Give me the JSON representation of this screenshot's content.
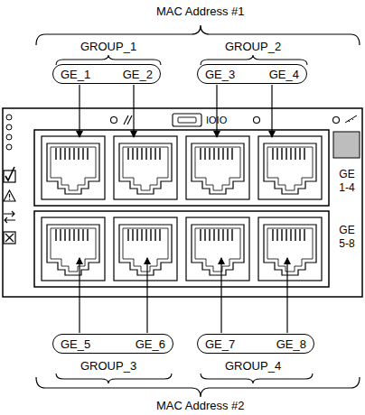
{
  "diagram": {
    "nodes": [
      {
        "text": [
          "GE_1",
          "GE_2"
        ]
      },
      {
        "text": [
          "GE_3",
          "GE_4"
        ]
      },
      {
        "text": [
          "GE_5",
          "GE_6"
        ]
      },
      {
        "text": [
          "GE_7",
          "GE_8"
        ]
      }
    ],
    "labels": [
      "MAC Address #1",
      "GROUP_1",
      "GROUP_2",
      "IOIO",
      "GE 1-4",
      "GE 5-8",
      "GROUP_3",
      "GROUP_4",
      "MAC Address #2"
    ]
  }
}
